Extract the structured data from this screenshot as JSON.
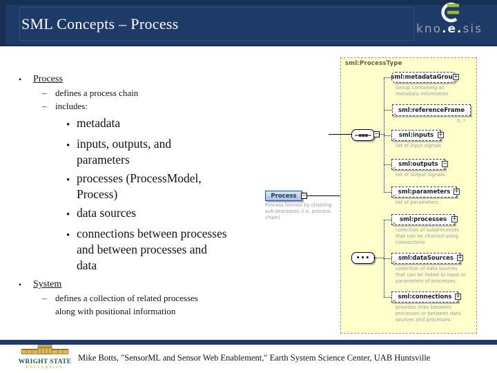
{
  "header": {
    "title": "SML Concepts – Process",
    "logo": {
      "kno": "kno",
      "e": ".e.",
      "sis": "sis"
    }
  },
  "bullets": {
    "process_label": "Process",
    "process_items": [
      "defines a process chain",
      "includes:"
    ],
    "includes_items": [
      "metadata",
      "inputs, outputs, and\nparameters",
      "processes (ProcessModel,\nProcess)",
      "data sources",
      "connections between processes\nand between processes and\ndata"
    ],
    "system_label": "System",
    "system_items": [
      "defines a collection of related processes\nalong with positional information"
    ]
  },
  "process_node": {
    "label": "Process",
    "description": "Process formed by chaining\nsub-processes (i.e. process\nchain)"
  },
  "diagram": {
    "type_label": "sml:ProcessType",
    "elements": [
      {
        "name": "sml:metadataGroup",
        "icon": "+",
        "desc": "Group containing all\nmetadata information"
      },
      {
        "name": "sml:referenceFrame",
        "icon": "",
        "desc": "",
        "occurrence": "0..*"
      },
      {
        "name": "sml:inputs",
        "icon": "+",
        "desc": "list of input signals"
      },
      {
        "name": "sml:outputs",
        "icon": "−",
        "desc": "list of output signals"
      },
      {
        "name": "sml:parameters",
        "icon": "+",
        "desc": "list of parameters"
      },
      {
        "name": "sml:processes",
        "icon": "+",
        "desc": "collection of subprocesses\nthat can be chained using\nconnections"
      },
      {
        "name": "sml:dataSources",
        "icon": "+",
        "desc": "collection of data sources\nthat can be linked to input or\nparameters of processes"
      },
      {
        "name": "sml:connections",
        "icon": "+",
        "desc": "provides links between\nprocesses or between data\nsources and processes"
      }
    ]
  },
  "footer": {
    "university_line1": "WRIGHT STATE",
    "university_line2": "UNIVERSITY",
    "citation": "Mike Botts, \"SensorML and Sensor Web Enablement,\" Earth System Science Center, UAB Huntsville"
  },
  "colors": {
    "header_navy": "#1e3a66",
    "diagram_yellow": "#ffffcc",
    "logo_green": "#98b83c",
    "wsu_green": "#1e5747",
    "wsu_gold": "#c79b35",
    "node_blue": "#a6bfe0"
  }
}
